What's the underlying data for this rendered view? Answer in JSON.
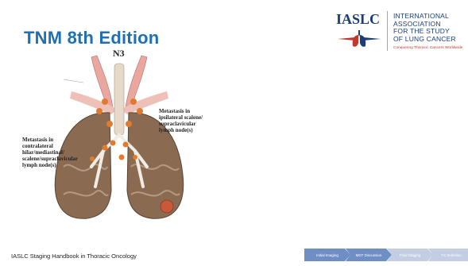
{
  "slide": {
    "title": "TNM 8th Edition",
    "footer": "IASLC Staging Handbook in Thoracic Oncology"
  },
  "logo": {
    "wordmark": "IASLC",
    "org_lines": [
      "INTERNATIONAL",
      "ASSOCIATION",
      "FOR THE STUDY",
      "OF LUNG CANCER"
    ],
    "tagline": "Conquering Thoracic Cancers Worldwide",
    "colors": {
      "navy": "#1b3d7a",
      "red": "#c0392b"
    }
  },
  "figure": {
    "label": "N3",
    "annotation_left": [
      "Metastasis in",
      "contralateral",
      "hilar/mediastinal/",
      "scalene/supraclavicular",
      "lymph node(s)"
    ],
    "annotation_right": [
      "Metastasis in",
      "ipsilateral scalene/",
      "supraclavicular",
      "lymph node(s)"
    ]
  },
  "steps": [
    {
      "label": "Initial Imaging",
      "color": "#6f8fc4",
      "active": true
    },
    {
      "label": "MDT Discussion",
      "color": "#6f8fc4",
      "active": true
    },
    {
      "label": "Final Staging",
      "color": "#c3cee3",
      "active": false
    },
    {
      "label": "TX Selection",
      "color": "#c3cee3",
      "active": false
    }
  ],
  "colors": {
    "title": "#1f6fb4"
  }
}
